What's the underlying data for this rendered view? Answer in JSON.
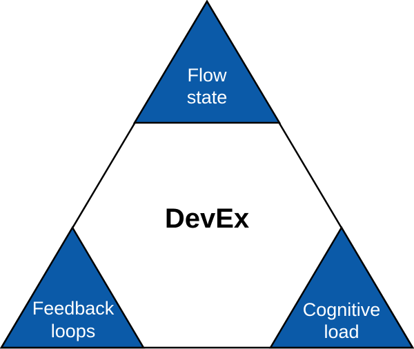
{
  "colors": {
    "corner_fill": "#0b5aa8",
    "outline": "#000000",
    "center_fill": "#ffffff",
    "corner_text": "#ffffff"
  },
  "center": {
    "label": "DevEx"
  },
  "corners": {
    "top": {
      "line1": "Flow",
      "line2": "state"
    },
    "bottom_left": {
      "line1": "Feedback",
      "line2": "loops"
    },
    "bottom_right": {
      "line1": "Cognitive",
      "line2": "load"
    }
  }
}
